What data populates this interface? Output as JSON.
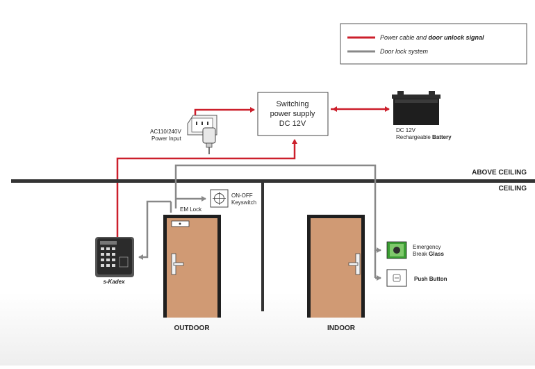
{
  "legend": {
    "power": {
      "text_plain": "Power cable and ",
      "text_bold": "door unlock signal",
      "color": "#cc1f2b"
    },
    "lock": {
      "text": "Door lock system",
      "color": "#888888"
    }
  },
  "psu": {
    "line1": "Switching",
    "line2": "power supply",
    "line3": "DC 12V"
  },
  "power_input": {
    "line1": "AC110/240V",
    "line2": "Power Input"
  },
  "battery": {
    "line1": "DC 12V",
    "line2_plain": "Rechargeable ",
    "line2_bold": "Battery"
  },
  "ceiling": {
    "above": "ABOVE CEILING",
    "ceiling": "CEILING"
  },
  "em_lock": "EM Lock",
  "keyswitch": {
    "line1": "ON-OFF",
    "line2": "Keyswitch"
  },
  "emergency": {
    "line1": "Emergency",
    "line2_plain": "Break ",
    "line2_bold": "Glass"
  },
  "push_button": "Push Button",
  "reader_brand": "s-Kadex",
  "rooms": {
    "outdoor": "OUTDOOR",
    "indoor": "INDOOR"
  }
}
